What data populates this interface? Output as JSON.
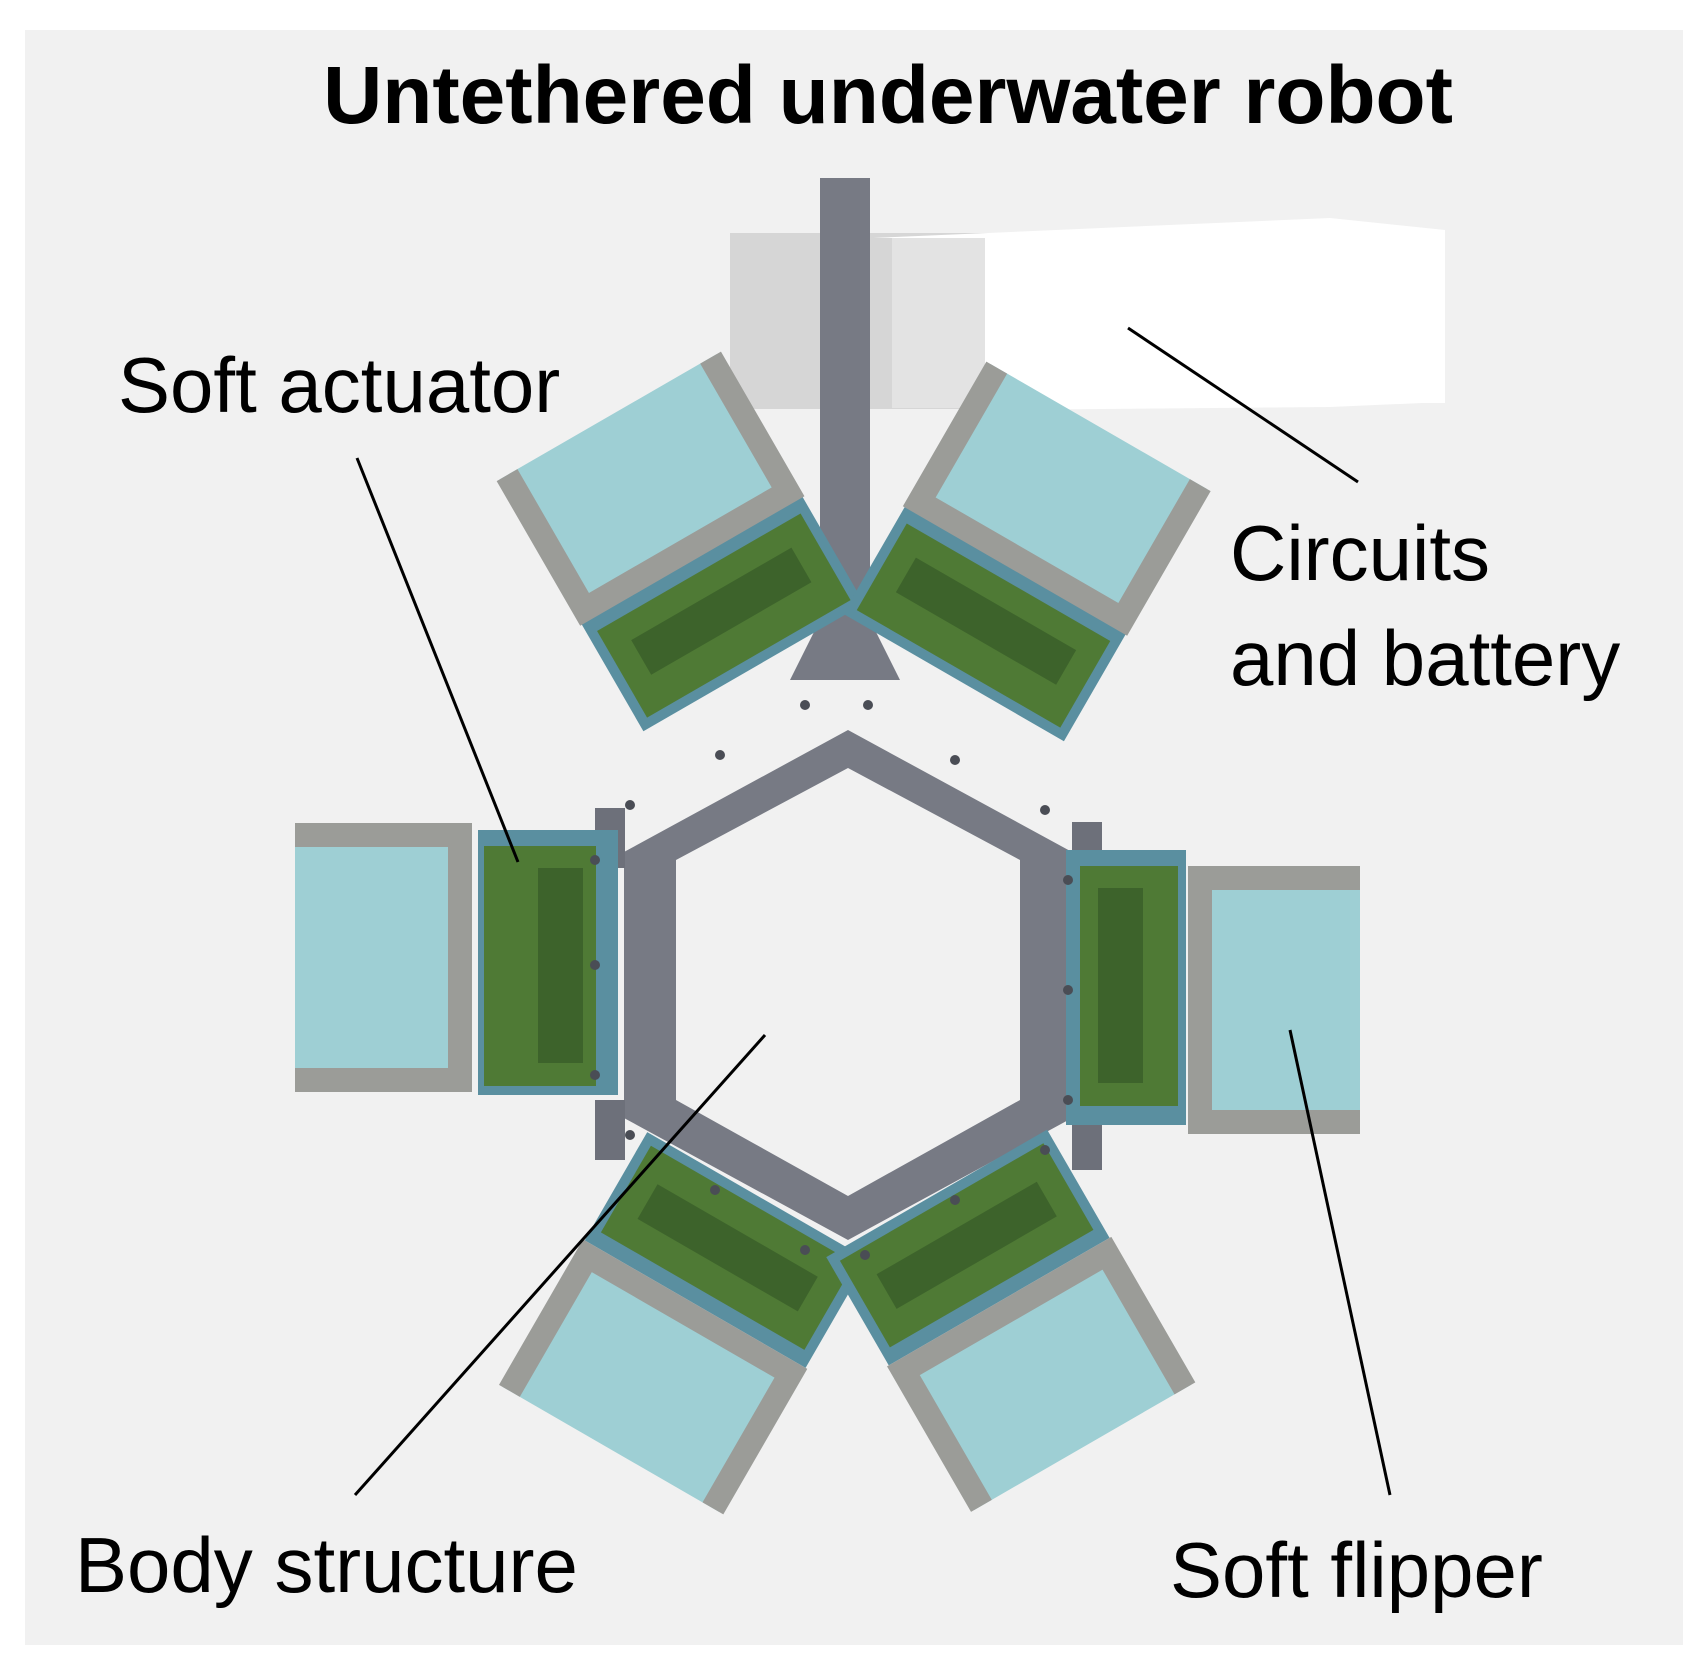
{
  "title": "Untethered underwater robot",
  "labels": {
    "soft_actuator": "Soft actuator",
    "circuits_line1": "Circuits",
    "circuits_line2": "and battery",
    "body_structure": "Body structure",
    "soft_flipper": "Soft flipper"
  },
  "colors": {
    "background": "#f1f1f1",
    "frame": "#777a84",
    "flipper_fill": "#9ecfd4",
    "flipper_frame": "#9b9c98",
    "actuator": "#4f7a35",
    "actuator_inner": "#3d632b",
    "actuator_plate": "#5a8fa0",
    "circuit_board": "#d8d8d8"
  }
}
